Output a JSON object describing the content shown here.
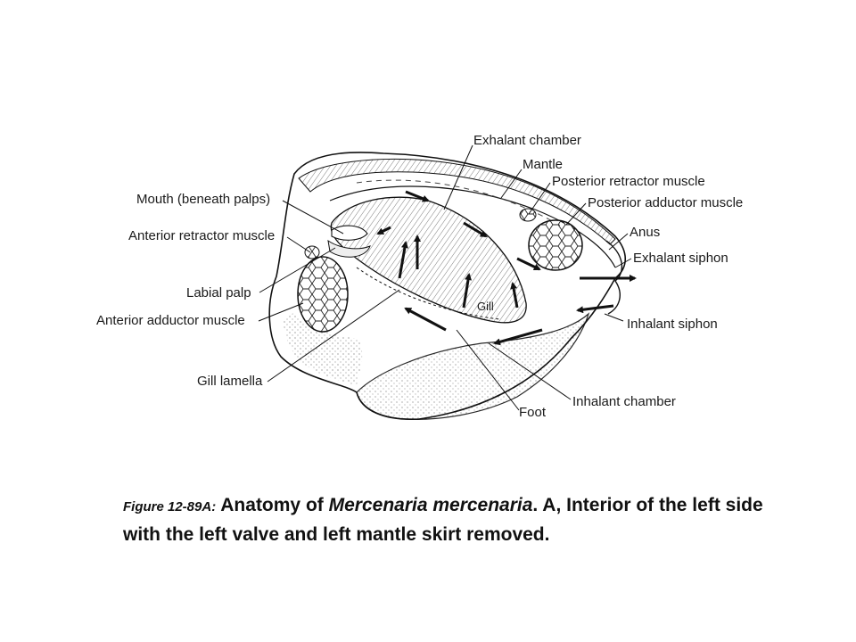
{
  "labels": {
    "exhalant_chamber": "Exhalant chamber",
    "mantle": "Mantle",
    "posterior_retractor": "Posterior retractor muscle",
    "mouth": "Mouth (beneath palps)",
    "posterior_adductor": "Posterior adductor muscle",
    "anterior_retractor": "Anterior retractor muscle",
    "anus": "Anus",
    "exhalant_siphon": "Exhalant siphon",
    "labial_palp": "Labial palp",
    "anterior_adductor": "Anterior adductor muscle",
    "gill": "Gill",
    "inhalant_siphon": "Inhalant siphon",
    "gill_lamella": "Gill lamella",
    "inhalant_chamber": "Inhalant chamber",
    "foot": "Foot"
  },
  "caption": {
    "figure": "Figure 12-89A:",
    "part1": "Anatomy of",
    "species": "Mercenaria mercenaria",
    "part2": ".  A, Interior of the left side with the left valve and left mantle skirt removed."
  }
}
